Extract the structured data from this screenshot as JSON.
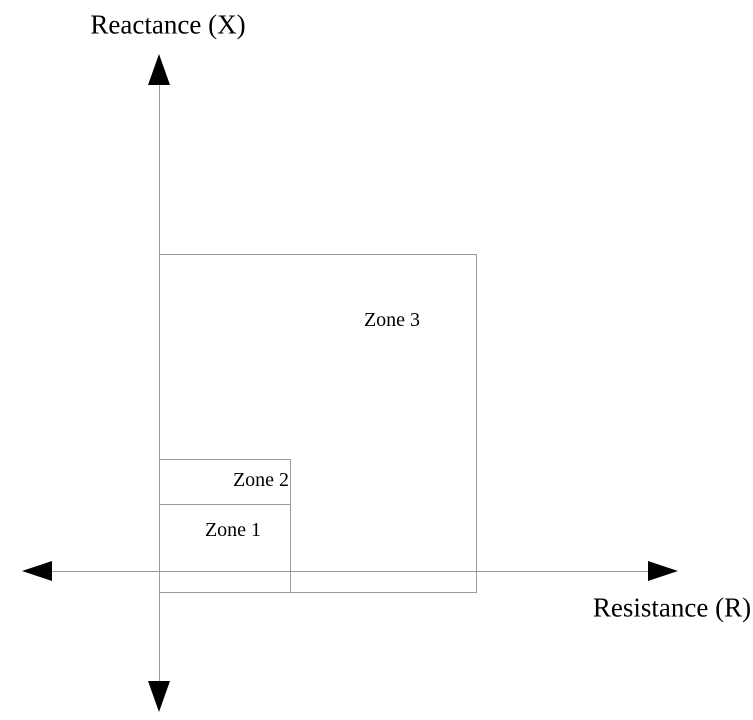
{
  "diagram": {
    "y_axis_label": "Reactance (X)",
    "x_axis_label": "Resistance (R)",
    "zones": [
      {
        "label": "Zone 1"
      },
      {
        "label": "Zone 2"
      },
      {
        "label": "Zone 3"
      }
    ],
    "colors": {
      "line": "#9b9b9b",
      "arrowhead": "#000000",
      "text": "#000000",
      "background": "#ffffff"
    }
  }
}
